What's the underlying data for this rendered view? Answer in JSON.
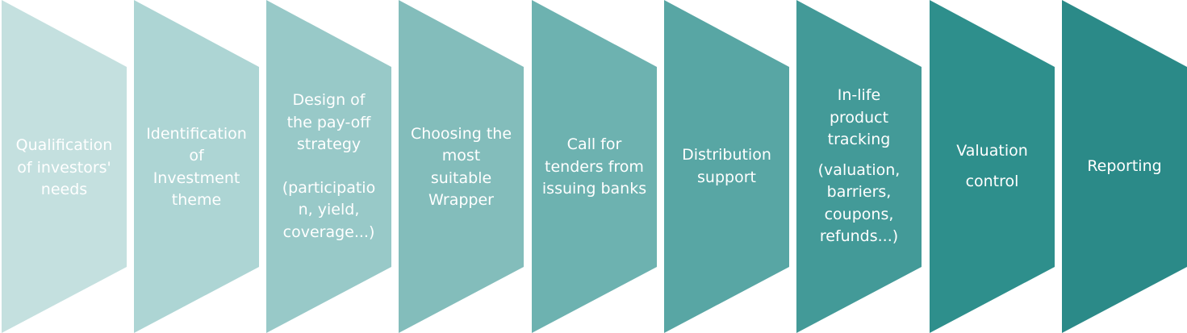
{
  "process": {
    "steps": [
      {
        "id": "qualification",
        "color": "#c4e0df",
        "lines": [
          "Qualification",
          "of investors'",
          "needs"
        ]
      },
      {
        "id": "identification",
        "color": "#add5d4",
        "lines": [
          "Identification",
          "of",
          "Investment",
          "theme"
        ]
      },
      {
        "id": "design",
        "color": "#98c9c8",
        "lines": [
          "Design of",
          "the pay-off",
          "strategy"
        ],
        "note_lines": [
          "(participatio",
          "n, yield,",
          "coverage...)"
        ]
      },
      {
        "id": "wrapper",
        "color": "#83bdbb",
        "lines": [
          "Choosing the",
          "most",
          "suitable",
          "Wrapper"
        ]
      },
      {
        "id": "tenders",
        "color": "#6db2b0",
        "lines": [
          "Call for",
          "tenders from",
          "issuing banks"
        ]
      },
      {
        "id": "distribution",
        "color": "#58a6a4",
        "lines": [
          "Distribution",
          "support"
        ]
      },
      {
        "id": "tracking",
        "color": "#439a98",
        "lines": [
          "In-life",
          "product",
          "tracking"
        ],
        "note_lines": [
          "(valuation,",
          "barriers,",
          "coupons,",
          "refunds...)"
        ]
      },
      {
        "id": "valuation",
        "color": "#2e8f8c",
        "lines": [
          "Valuation",
          "control"
        ]
      },
      {
        "id": "reporting",
        "color": "#2b8a88",
        "lines": [
          "Reporting"
        ]
      }
    ]
  }
}
